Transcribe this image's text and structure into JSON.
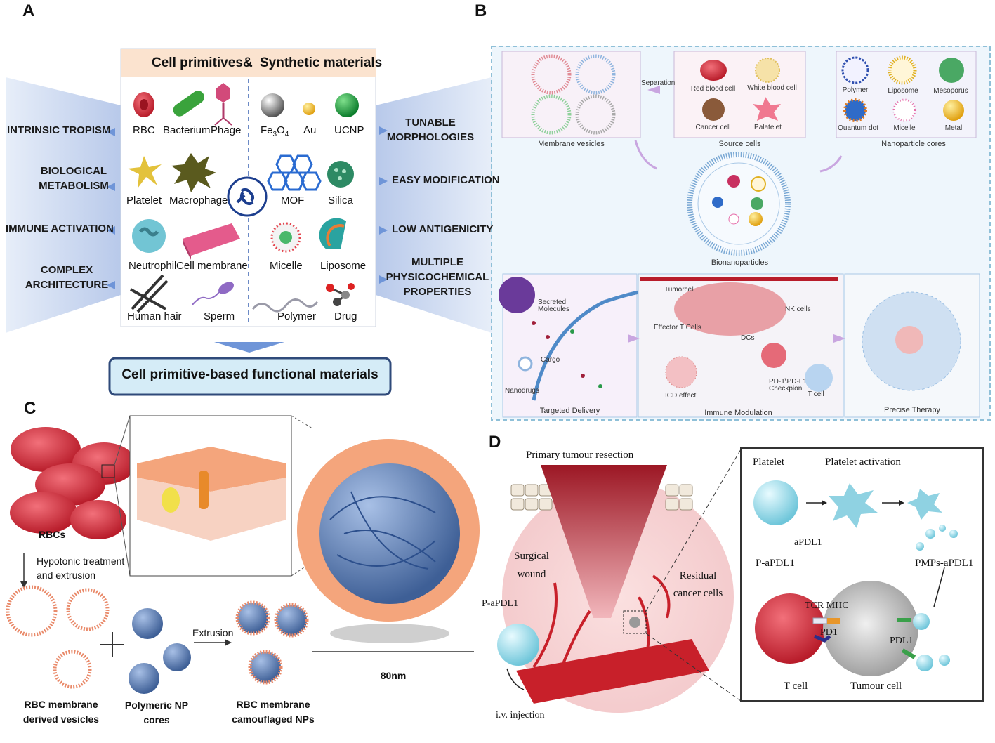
{
  "colors": {
    "panel_blue": "#c9d6ee",
    "header_peach": "#fbe3cf",
    "rbc_red": "#d8343c",
    "blood_red": "#c8202a",
    "membrane_orange": "#ef9a6a",
    "np_blue": "#5c7fb5",
    "light_bg": "#eaf3fb"
  },
  "panel_a": {
    "label": "A",
    "header_left": "Cell primitives",
    "header_amp": "&",
    "header_right": "Synthetic materials",
    "left_items": [
      "RBC",
      "Bacterium",
      "Phage",
      "Platelet",
      "Macrophage",
      "Neutrophil",
      "Cell membrane",
      "Human hair",
      "Sperm"
    ],
    "right_items": {
      "fe3o4_base": "Fe",
      "fe3o4_sub1": "3",
      "fe3o4_mid": "O",
      "fe3o4_sub2": "4",
      "au": "Au",
      "ucnp": "UCNP",
      "mof": "MOF",
      "silica": "Silica",
      "micelle": "Micelle",
      "liposome": "Liposome",
      "polymer": "Polymer",
      "drug": "Drug"
    },
    "left_props": [
      [
        "INTRINSIC TROPISM"
      ],
      [
        "BIOLOGICAL",
        "METABOLISM"
      ],
      [
        "IMMUNE ACTIVATION"
      ],
      [
        "COMPLEX",
        "ARCHITECTURE"
      ]
    ],
    "right_props": [
      [
        "TUNABLE",
        "MORPHOLOGIES"
      ],
      [
        "EASY MODIFICATION"
      ],
      [
        "LOW ANTIGENICITY"
      ],
      [
        "MULTIPLE",
        "PHYSICOCHEMICAL",
        "PROPERTIES"
      ]
    ],
    "result": "Cell primitive-based  functional materials"
  },
  "panel_b": {
    "label": "B",
    "membrane_vesicles": "Membrane vesicles",
    "separation": "Separation",
    "source_cells": "Source cells",
    "cells": [
      "Red blood cell",
      "White blood cell",
      "Cancer cell",
      "Palatelet"
    ],
    "nanoparticle_cores": "Nanoparticle cores",
    "cores": [
      "Polymer",
      "Liposome",
      "Mesoporus",
      "Quantum dot",
      "Micelle",
      "Metal"
    ],
    "bionanoparticles": "Bionanoparticles",
    "secreted": [
      "Secreted",
      "Molecules"
    ],
    "cargo": "Cargo",
    "nanodrugs": "Nanodrugs",
    "targeted_delivery": "Targeted Delivery",
    "tumorcell": "Tumorcell",
    "nk_cells": "NK cells",
    "effector": "Effector T Cells",
    "dcs": "DCs",
    "icd": "ICD effect",
    "pd1": [
      "PD-1\\PD-L1",
      "Checkpion"
    ],
    "t_cell": "T cell",
    "immune_modulation": "Immune Modulation",
    "precise_therapy": "Precise Therapy"
  },
  "panel_c": {
    "label": "C",
    "rbcs": "RBCs",
    "hypotonic": [
      "Hypotonic treatment",
      "and extrusion"
    ],
    "extrusion": "Extrusion",
    "vesicles": [
      "RBC membrane",
      "derived vesicles"
    ],
    "cores": [
      "Polymeric NP",
      "cores"
    ],
    "camouflaged": [
      "RBC membrane",
      "camouflaged NPs"
    ],
    "scale": "80nm"
  },
  "panel_d": {
    "label": "D",
    "primary": "Primary tumour resection",
    "surgical": [
      "Surgical",
      "wound"
    ],
    "residual": [
      "Residual",
      "cancer cells"
    ],
    "p_apdl1_left": "P-aPDL1",
    "iv": "i.v. injection",
    "platelet": "Platelet",
    "activation": "Platelet activation",
    "apdl1": "aPDL1",
    "p_apdl1": "P-aPDL1",
    "pmps": "PMPs-aPDL1",
    "tcr": "TCR MHC",
    "pd1": "PD1",
    "pdl1": "PDL1",
    "t_cell": "T cell",
    "tumour_cell": "Tumour cell"
  }
}
